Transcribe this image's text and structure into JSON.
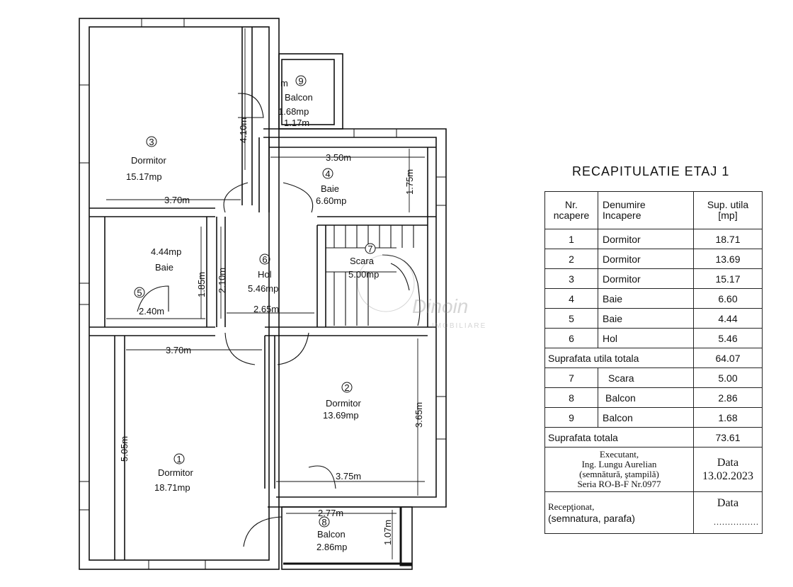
{
  "plan": {
    "rooms": [
      {
        "id": "1",
        "name": "Dormitor",
        "area": "18.71mp"
      },
      {
        "id": "2",
        "name": "Dormitor",
        "area": "13.69mp"
      },
      {
        "id": "3",
        "name": "Dormitor",
        "area": "15.17mp"
      },
      {
        "id": "4",
        "name": "Baie",
        "area": "6.60mp"
      },
      {
        "id": "5",
        "name": "Baie",
        "area": "4.44mp"
      },
      {
        "id": "6",
        "name": "Hol",
        "area": "5.46mp"
      },
      {
        "id": "7",
        "name": "Scara",
        "area": "5.00mp"
      },
      {
        "id": "8",
        "name": "Balcon",
        "area": "2.86mp"
      },
      {
        "id": "9",
        "name": "Balcon",
        "area": "1.68mp"
      }
    ],
    "dimensions": {
      "d_3_70_top": "3.70m",
      "d_4_10": "4.10m",
      "d_3_50": "3.50m",
      "d_1_75": "1.75m",
      "d_1_85": "1.85m",
      "d_2_10": "2.10m",
      "d_2_40": "2.40m",
      "d_2_65": "2.65m",
      "d_3_70_mid": "3.70m",
      "d_5_05": "5.05m",
      "d_3_65": "3.65m",
      "d_3_75": "3.75m",
      "d_2_77": "2.77m",
      "d_1_07": "1.07m",
      "d_1_17": "1.17m",
      "d_m": "m"
    },
    "watermark": {
      "logo": "Dinoin",
      "sub": "IMOBILIARE"
    }
  },
  "recap": {
    "title": "RECAPITULATIE ETAJ 1",
    "headers": {
      "nr_line1": "Nr.",
      "nr_line2": "ncapere",
      "den_line1": "Denumire",
      "den_line2": "Incapere",
      "sup_line1": "Sup. utila",
      "sup_line2": "[mp]"
    },
    "rows": [
      {
        "nr": "1",
        "name": "Dormitor",
        "area": "18.71"
      },
      {
        "nr": "2",
        "name": "Dormitor",
        "area": "13.69"
      },
      {
        "nr": "3",
        "name": "Dormitor",
        "area": "15.17"
      },
      {
        "nr": "4",
        "name": "Baie",
        "area": "6.60"
      },
      {
        "nr": "5",
        "name": "Baie",
        "area": "4.44"
      },
      {
        "nr": "6",
        "name": "Hol",
        "area": "5.46"
      }
    ],
    "subtotal_label": "Suprafata utila totala",
    "subtotal_value": "64.07",
    "rows2": [
      {
        "nr": "7",
        "name": "Scara",
        "area": "5.00"
      },
      {
        "nr": "8",
        "name": "Balcon",
        "area": "2.86"
      },
      {
        "nr": "9",
        "name": "Balcon",
        "area": "1.68"
      }
    ],
    "total_label": "Suprafata totala",
    "total_value": "73.61",
    "executant": {
      "line1": "Executant,",
      "line2": "Ing. Lungu Aurelian",
      "line3": "(semnătură, ştampilă)",
      "line4": "Seria RO-B-F Nr.0977"
    },
    "data_label": "Data",
    "data_value": "13.02.2023",
    "receptionat_line1": "Recepţionat,",
    "receptionat_line2": "(semnatura, parafa)",
    "data_label2": "Data",
    "dots": "................"
  }
}
